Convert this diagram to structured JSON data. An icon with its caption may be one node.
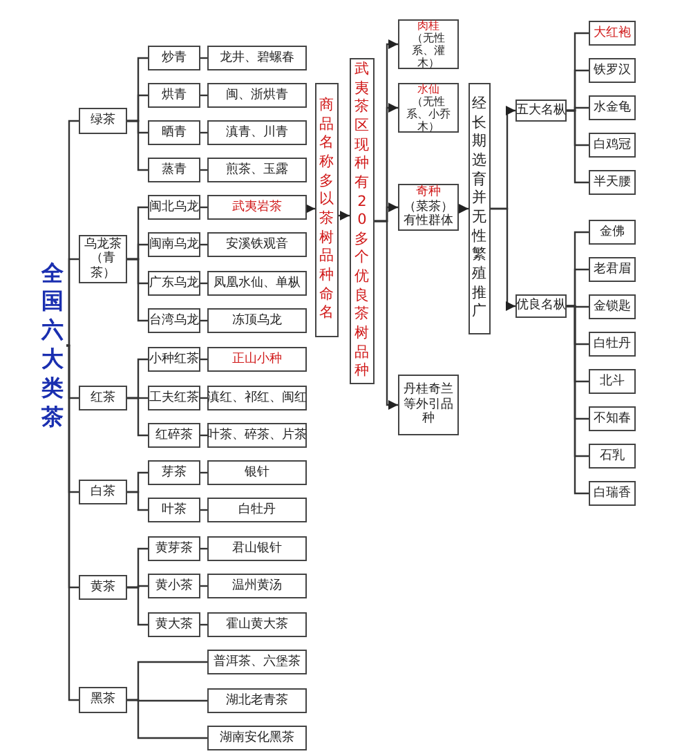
{
  "diagram": {
    "nodes": [
      {
        "text": [
          "全国六大类茶"
        ]
      },
      {
        "text": [
          "绿茶"
        ]
      },
      {
        "text": [
          "炒青"
        ]
      },
      {
        "text": [
          "龙井、碧螺春"
        ]
      },
      {
        "text": [
          "烘青"
        ]
      },
      {
        "text": [
          "闽、浙烘青"
        ]
      },
      {
        "text": [
          "晒青"
        ]
      },
      {
        "text": [
          "滇青、川青"
        ]
      },
      {
        "text": [
          "蒸青"
        ]
      },
      {
        "text": [
          "煎茶、玉露"
        ]
      },
      {
        "text": [
          "乌龙茶（青茶）"
        ]
      },
      {
        "text": [
          "闽北乌龙"
        ]
      },
      {
        "text": [
          "武夷岩茶"
        ]
      },
      {
        "text": [
          "闽南乌龙"
        ]
      },
      {
        "text": [
          "安溪铁观音"
        ]
      },
      {
        "text": [
          "广东乌龙"
        ]
      },
      {
        "text": [
          "凤凰水仙、单枞"
        ]
      },
      {
        "text": [
          "台湾乌龙"
        ]
      },
      {
        "text": [
          "冻顶乌龙"
        ]
      },
      {
        "text": [
          "红茶"
        ]
      },
      {
        "text": [
          "小种红茶"
        ]
      },
      {
        "text": [
          "正山小种"
        ]
      },
      {
        "text": [
          "工夫红茶"
        ]
      },
      {
        "text": [
          "滇红、祁红、闽红"
        ]
      },
      {
        "text": [
          "红碎茶"
        ]
      },
      {
        "text": [
          "叶茶、碎茶、片茶"
        ]
      },
      {
        "text": [
          "白茶"
        ]
      },
      {
        "text": [
          "芽茶"
        ]
      },
      {
        "text": [
          "银针"
        ]
      },
      {
        "text": [
          "叶茶"
        ]
      },
      {
        "text": [
          "白牡丹"
        ]
      },
      {
        "text": [
          "黄茶"
        ]
      },
      {
        "text": [
          "黄芽茶"
        ]
      },
      {
        "text": [
          "君山银针"
        ]
      },
      {
        "text": [
          "黄小茶"
        ]
      },
      {
        "text": [
          "温州黄汤"
        ]
      },
      {
        "text": [
          "黄大茶"
        ]
      },
      {
        "text": [
          "霍山黄大茶"
        ]
      },
      {
        "text": [
          "黑茶"
        ]
      },
      {
        "text": [
          "普洱茶、六堡茶"
        ]
      },
      {
        "text": [
          "湖北老青茶"
        ]
      },
      {
        "text": [
          "湖南安化黑茶"
        ]
      },
      {
        "text": [
          "商品名称多以茶树品种命名"
        ]
      },
      {
        "text": [
          "武夷茶区现种有20多个优良茶树品种"
        ]
      },
      {
        "text": [
          "肉桂",
          "（无性系、灌木）"
        ]
      },
      {
        "text": [
          "水仙",
          "（无性系、小乔木）"
        ]
      },
      {
        "text": [
          "奇种",
          "（菜茶）有性群体"
        ]
      },
      {
        "text": [
          "丹桂奇兰等外引品种"
        ]
      },
      {
        "text": [
          "经长期选育并无性繁殖推广"
        ]
      },
      {
        "text": [
          "五大名枞"
        ]
      },
      {
        "text": [
          "大红袍"
        ]
      },
      {
        "text": [
          "铁罗汉"
        ]
      },
      {
        "text": [
          "水金龟"
        ]
      },
      {
        "text": [
          "白鸡冠"
        ]
      },
      {
        "text": [
          "半天腰"
        ]
      },
      {
        "text": [
          "优良名枞"
        ]
      },
      {
        "text": [
          "金佛"
        ]
      },
      {
        "text": [
          "老君眉"
        ]
      },
      {
        "text": [
          "金锁匙"
        ]
      },
      {
        "text": [
          "白牡丹"
        ]
      },
      {
        "text": [
          "北斗"
        ]
      },
      {
        "text": [
          "不知春"
        ]
      },
      {
        "text": [
          "石乳"
        ]
      },
      {
        "text": [
          "白瑞香"
        ]
      }
    ],
    "edges": [
      {
        "from": 0,
        "to": 1,
        "arrow": "none"
      },
      {
        "from": 0,
        "to": 10,
        "arrow": "none"
      },
      {
        "from": 0,
        "to": 19,
        "arrow": "none"
      },
      {
        "from": 0,
        "to": 26,
        "arrow": "none"
      },
      {
        "from": 0,
        "to": 31,
        "arrow": "none"
      },
      {
        "from": 0,
        "to": 38,
        "arrow": "none"
      },
      {
        "from": 1,
        "to": 2,
        "arrow": "none"
      },
      {
        "from": 1,
        "to": 4,
        "arrow": "none"
      },
      {
        "from": 1,
        "to": 6,
        "arrow": "none"
      },
      {
        "from": 1,
        "to": 8,
        "arrow": "none"
      },
      {
        "from": 2,
        "to": 3,
        "arrow": "none"
      },
      {
        "from": 4,
        "to": 5,
        "arrow": "none"
      },
      {
        "from": 6,
        "to": 7,
        "arrow": "none"
      },
      {
        "from": 8,
        "to": 9,
        "arrow": "none"
      },
      {
        "from": 10,
        "to": 11,
        "arrow": "none"
      },
      {
        "from": 10,
        "to": 13,
        "arrow": "none"
      },
      {
        "from": 10,
        "to": 15,
        "arrow": "none"
      },
      {
        "from": 10,
        "to": 17,
        "arrow": "none"
      },
      {
        "from": 11,
        "to": 12,
        "arrow": "none"
      },
      {
        "from": 13,
        "to": 14,
        "arrow": "none"
      },
      {
        "from": 15,
        "to": 16,
        "arrow": "none"
      },
      {
        "from": 17,
        "to": 18,
        "arrow": "none"
      },
      {
        "from": 19,
        "to": 20,
        "arrow": "none"
      },
      {
        "from": 19,
        "to": 22,
        "arrow": "none"
      },
      {
        "from": 19,
        "to": 24,
        "arrow": "none"
      },
      {
        "from": 20,
        "to": 21,
        "arrow": "none"
      },
      {
        "from": 22,
        "to": 23,
        "arrow": "none"
      },
      {
        "from": 24,
        "to": 25,
        "arrow": "none"
      },
      {
        "from": 26,
        "to": 27,
        "arrow": "none"
      },
      {
        "from": 26,
        "to": 29,
        "arrow": "none"
      },
      {
        "from": 27,
        "to": 28,
        "arrow": "none"
      },
      {
        "from": 29,
        "to": 30,
        "arrow": "none"
      },
      {
        "from": 31,
        "to": 32,
        "arrow": "none"
      },
      {
        "from": 31,
        "to": 34,
        "arrow": "none"
      },
      {
        "from": 31,
        "to": 36,
        "arrow": "none"
      },
      {
        "from": 32,
        "to": 33,
        "arrow": "none"
      },
      {
        "from": 34,
        "to": 35,
        "arrow": "none"
      },
      {
        "from": 36,
        "to": 37,
        "arrow": "none"
      },
      {
        "from": 38,
        "to": 39,
        "arrow": "none"
      },
      {
        "from": 38,
        "to": 40,
        "arrow": "none"
      },
      {
        "from": 38,
        "to": 41,
        "arrow": "none"
      },
      {
        "from": 12,
        "to": 42,
        "arrow": "to"
      },
      {
        "from": 42,
        "to": 43,
        "arrow": "to"
      },
      {
        "from": 43,
        "to": 44,
        "arrow": "to"
      },
      {
        "from": 43,
        "to": 45,
        "arrow": "to"
      },
      {
        "from": 43,
        "to": 46,
        "arrow": "to"
      },
      {
        "from": 43,
        "to": 47,
        "arrow": "to"
      },
      {
        "from": 46,
        "to": 48,
        "arrow": "to"
      },
      {
        "from": 48,
        "to": 49,
        "arrow": "to"
      },
      {
        "from": 48,
        "to": 55,
        "arrow": "to"
      },
      {
        "from": 49,
        "to": 50,
        "arrow": "none"
      },
      {
        "from": 49,
        "to": 51,
        "arrow": "none"
      },
      {
        "from": 49,
        "to": 52,
        "arrow": "none"
      },
      {
        "from": 49,
        "to": 53,
        "arrow": "none"
      },
      {
        "from": 49,
        "to": 54,
        "arrow": "none"
      },
      {
        "from": 55,
        "to": 56,
        "arrow": "none"
      },
      {
        "from": 55,
        "to": 57,
        "arrow": "none"
      },
      {
        "from": 55,
        "to": 58,
        "arrow": "none"
      },
      {
        "from": 55,
        "to": 59,
        "arrow": "none"
      },
      {
        "from": 55,
        "to": 60,
        "arrow": "none"
      },
      {
        "from": 55,
        "to": 61,
        "arrow": "none"
      },
      {
        "from": 55,
        "to": 62,
        "arrow": "none"
      },
      {
        "from": 55,
        "to": 63,
        "arrow": "none"
      }
    ]
  }
}
